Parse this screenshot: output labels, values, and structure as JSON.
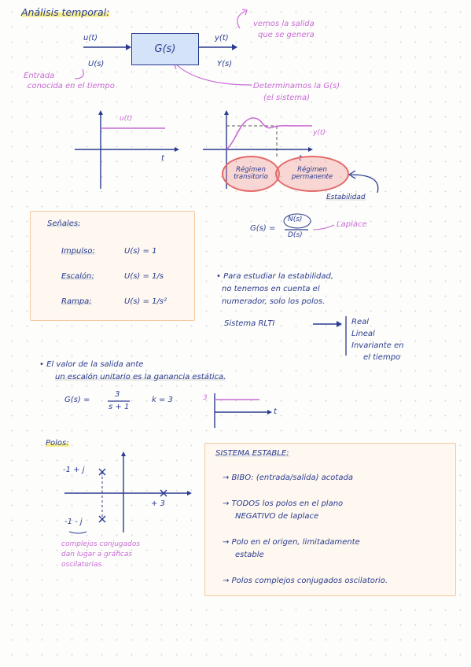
{
  "title": "Análisis temporal:",
  "block": {
    "gs": "G(s)",
    "u_t": "u(t)",
    "u_s": "U(s)",
    "y_t": "y(t)",
    "y_s": "Y(s)"
  },
  "notes": {
    "vemos_1": "vemos la salida",
    "vemos_2": "que se genera",
    "entrada_1": "Entrada",
    "entrada_2": "conocida en el tiempo",
    "determinamos_1": "Determinamos la G(s)",
    "determinamos_2": "(el sistema)"
  },
  "graphs": {
    "left_label": "u(t)",
    "left_axis": "t",
    "right_label": "y(t)",
    "right_axis": "t",
    "regimen_trans": "Régimen transitorio",
    "regimen_perm": "Régimen permanente",
    "estabilidad": "Estabilidad"
  },
  "transfer": {
    "lhs": "G(s) =",
    "num": "N(s)",
    "den": "D(s)",
    "laplace": "Laplace"
  },
  "senales": {
    "title": "Señales:",
    "rows": [
      {
        "name": "Impulso:",
        "expr": "U(s) = 1"
      },
      {
        "name": "Escalón:",
        "expr": "U(s) = 1/s"
      },
      {
        "name": "Rampa:",
        "expr": "U(s) = 1/s²"
      }
    ]
  },
  "estabilidad_note": {
    "l1": "• Para estudiar la estabilidad,",
    "l2": "no tenemos en cuenta el",
    "l3": "numerador, solo los polos."
  },
  "rlti": {
    "label": "Sistema RLTI",
    "items": [
      "Real",
      "Lineal",
      "Invariante en",
      "el tiempo"
    ]
  },
  "ganancia": {
    "l1": "• El valor de la salida ante",
    "l2": "un escalón unitario es la ganancia estática.",
    "gs": "G(s) =",
    "num": "3",
    "den": "s + 1",
    "k": "k = 3",
    "step_val": "3",
    "axis": "t"
  },
  "polos": {
    "title": "Polos:",
    "p1": "-1 + j",
    "p2": "-1 - j",
    "p3": "+ 3",
    "note_1": "complejos conjugados",
    "note_2": "dan lugar a gráficas",
    "note_3": "oscilatorias"
  },
  "estable": {
    "title": "SISTEMA ESTABLE:",
    "items": [
      "→ BIBO: (entrada/salida) acotada",
      "→ TODOS los polos en el plano",
      "NEGATIVO de laplace",
      "→ Polo en el origen, limitadamente",
      "estable",
      "→ Polos complejos conjugados oscilatorio."
    ]
  }
}
